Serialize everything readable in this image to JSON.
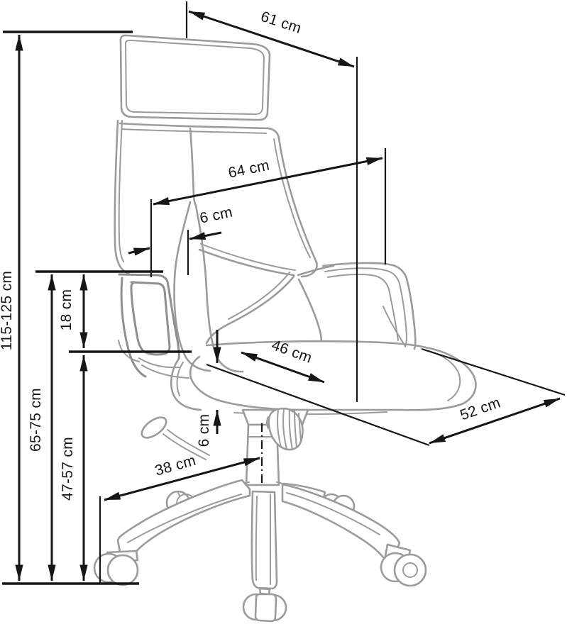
{
  "diagram": {
    "unit": "cm",
    "colors": {
      "dimension_lines": "#161616",
      "chair_outline": "#9b9b9b",
      "background": "#ffffff"
    },
    "labels": {
      "overall_height": "115-125 cm",
      "backrest_top_width": "61 cm",
      "backrest_width": "64 cm",
      "backrest_offset": "6 cm",
      "armrest_to_seat": "18 cm",
      "armrest_height": "65-75 cm",
      "seat_height": "47-57 cm",
      "seat_thickness": "6 cm",
      "seat_width": "46 cm",
      "seat_depth": "52 cm",
      "base_reach": "38 cm"
    }
  }
}
